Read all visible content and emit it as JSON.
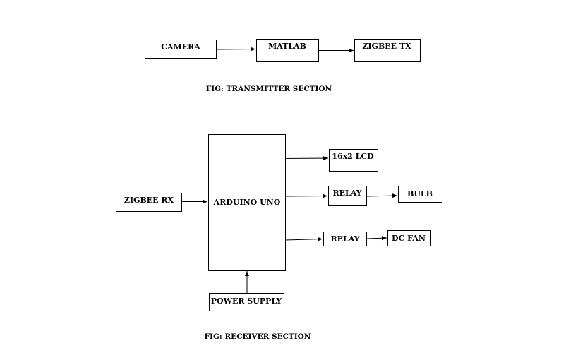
{
  "transmitter": {
    "camera": "CAMERA",
    "matlab": "MATLAB",
    "zigbee_tx": "ZIGBEE TX",
    "caption": "FIG: TRANSMITTER SECTION"
  },
  "receiver": {
    "zigbee_rx": "ZIGBEE RX",
    "arduino": "ARDUINO UNO",
    "power_supply": "POWER SUPPLY",
    "lcd": "16x2 LCD",
    "relay_1": "RELAY",
    "bulb": "BULB",
    "relay_2": "RELAY",
    "dc_fan": "DC FAN",
    "caption": "FIG: RECEIVER SECTION"
  }
}
